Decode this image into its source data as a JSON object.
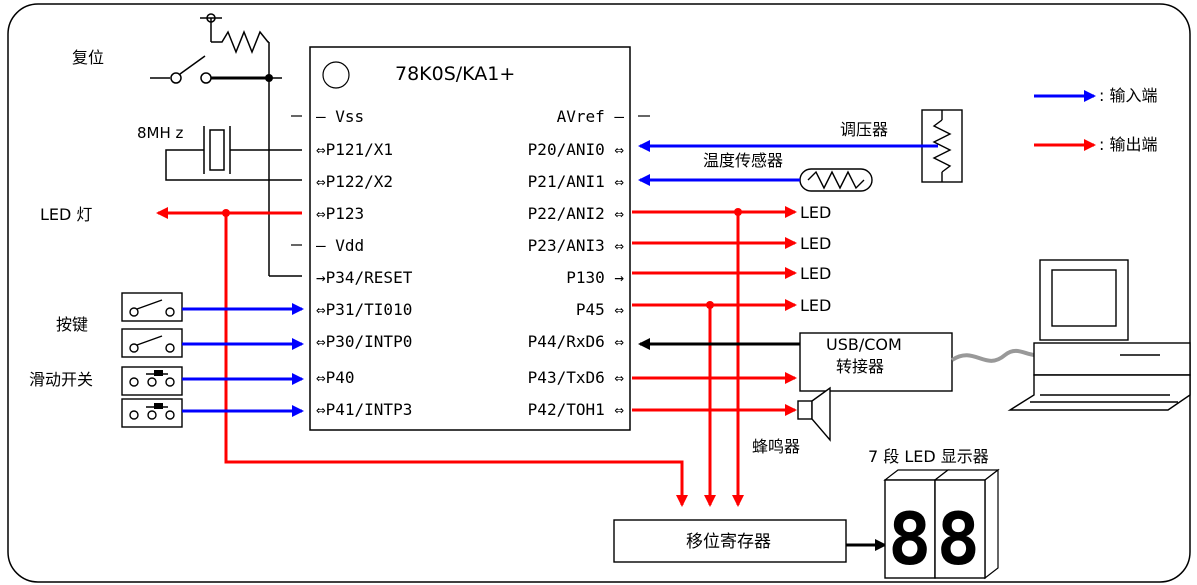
{
  "chip": {
    "name": "78K0S/KA1+",
    "left_pins": [
      "— Vss",
      "⇔P121/X1",
      "⇔P122/X2",
      "⇔P123",
      "— Vdd",
      "→P34/RESET",
      "⇔P31/TI010",
      "⇔P30/INTP0",
      "⇔P40",
      "⇔P41/INTP3"
    ],
    "right_pins": [
      "AVref —",
      "P20/ANI0 ⇔",
      "P21/ANI1 ⇔",
      "P22/ANI2 ⇔",
      "P23/ANI3 ⇔",
      "P130 →",
      "P45 ⇔",
      "P44/RxD6 ⇔",
      "P43/TxD6 ⇔",
      "P42/TOH1 ⇔"
    ]
  },
  "labels": {
    "reset": "复位",
    "crystal": "8MH z",
    "led_lamp": "LED 灯",
    "keys": "按键",
    "slide_switch": "滑动开关",
    "potentiometer": "调压器",
    "temp_sensor": "温度传感器",
    "led": "LED",
    "usb_com_1": "USB/COM",
    "usb_com_2": "转接器",
    "buzzer": "蜂鸣器",
    "seven_seg": "7 段 LED 显示器",
    "seven_seg_digits": "88",
    "shift_register": "移位寄存器"
  },
  "legend": {
    "input": ": 输入端",
    "output": ": 输出端",
    "input_color": "#0000ff",
    "output_color": "#ff0000"
  },
  "colors": {
    "input": "#0000ff",
    "output": "#ff0000",
    "line": "#000000"
  }
}
